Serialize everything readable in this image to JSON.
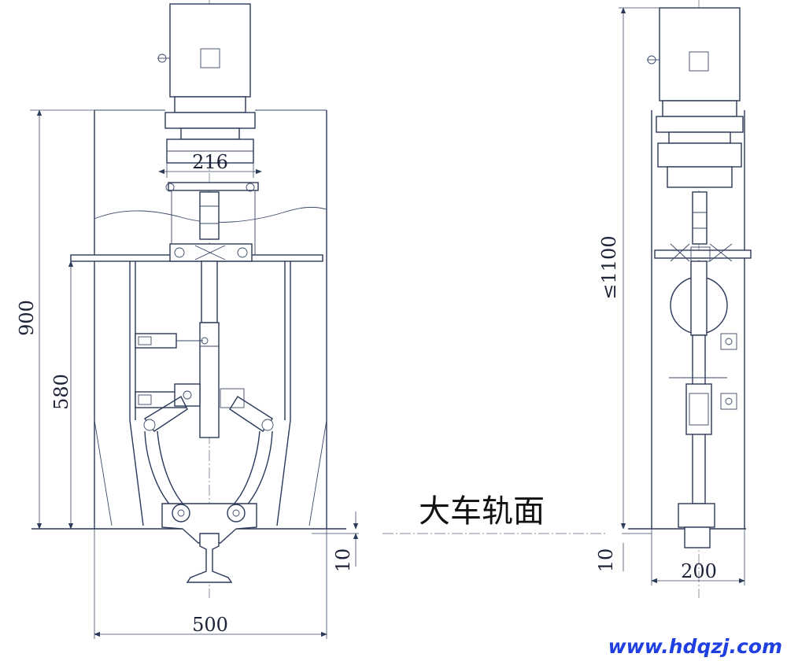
{
  "dimensions": {
    "top_width": "216",
    "total_height": "900",
    "inner_height": "580",
    "gap_left": "10",
    "base_width": "500",
    "side_height": "≤1100",
    "gap_right": "10",
    "side_width": "200"
  },
  "labels": {
    "rail_surface": "大车轨面"
  },
  "watermark": "www.hdqzj.com",
  "colors": {
    "line": "#2b3a5a",
    "url": "#1f3fe0"
  }
}
